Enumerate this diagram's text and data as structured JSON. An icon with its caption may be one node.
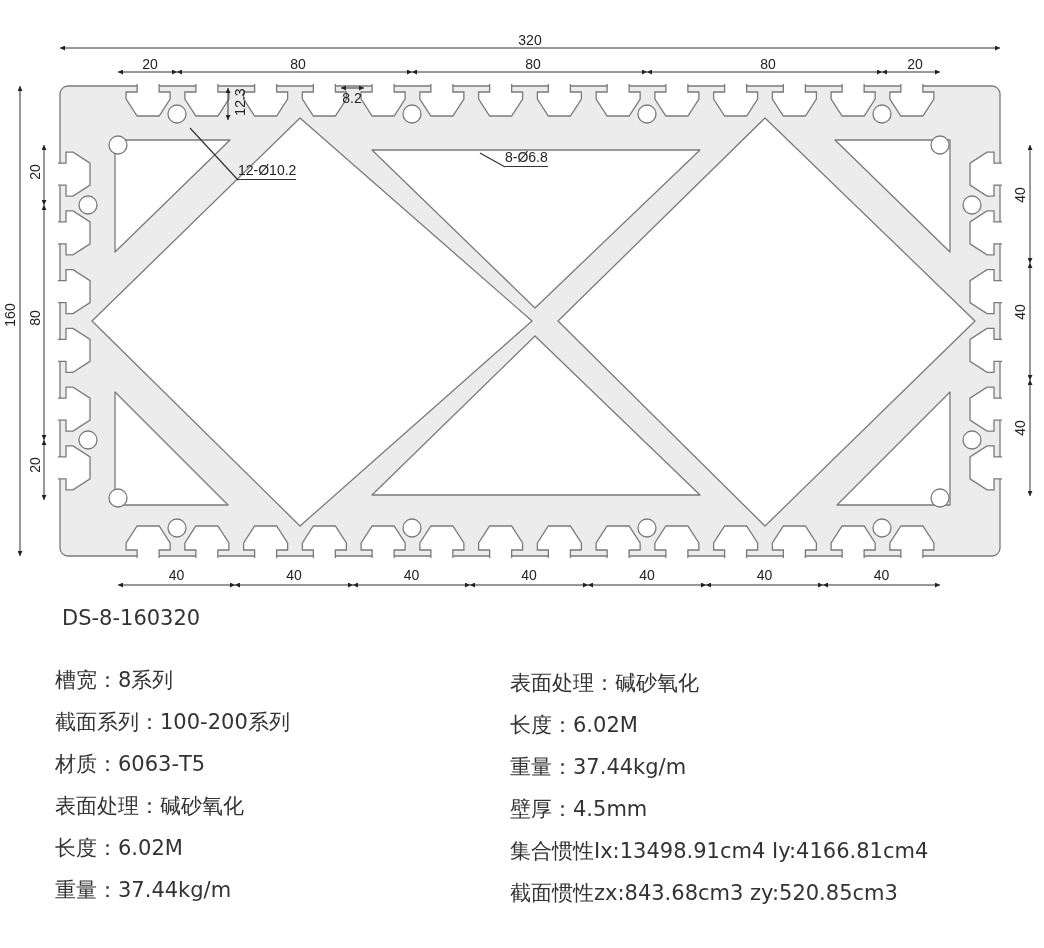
{
  "diagram": {
    "nodes": [
      {
        "text": [
          "12-Ø10.2"
        ]
      },
      {
        "text": [
          "8-Ø6.8"
        ]
      }
    ],
    "edges": [
      {
        "from": 0,
        "to": null,
        "arrow": "none"
      },
      {
        "from": 1,
        "to": null,
        "arrow": "none"
      }
    ],
    "labels": [
      "320",
      "20",
      "80",
      "80",
      "80",
      "20",
      "12.3",
      "8.2",
      "20",
      "40",
      "160",
      "80",
      "40",
      "20",
      "40",
      "40",
      "40",
      "40",
      "40",
      "40",
      "40",
      "40",
      "DS-8-160320",
      "槽宽：8系列",
      "截面系列：100-200系列",
      "材质：6063-T5",
      "表面处理：碱砂氧化",
      "长度：6.02M",
      "重量：37.44kg/m",
      "表面处理：碱砂氧化",
      "长度：6.02M",
      "重量：37.44kg/m",
      "壁厚：4.5mm",
      "集合惯性Ix:13498.91cm4 Iy:4166.81cm4",
      "截面惯性zx:843.68cm3 zy:520.85cm3"
    ]
  }
}
